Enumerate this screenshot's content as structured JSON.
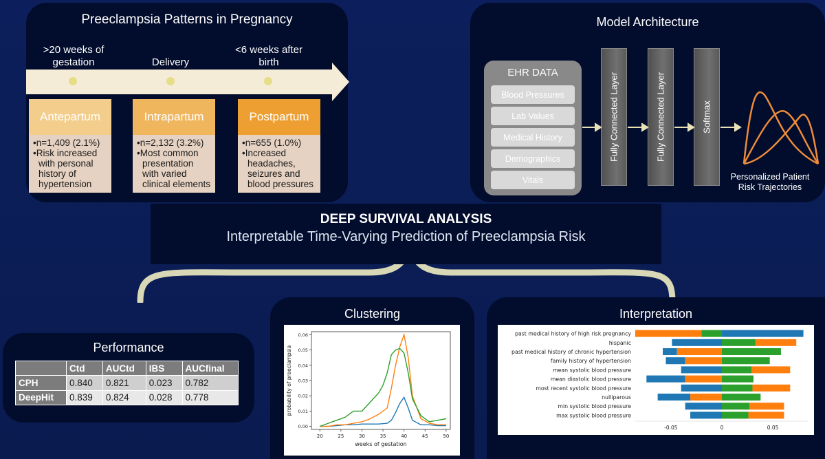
{
  "pregnancy": {
    "title": "Preeclampsia Patterns in Pregnancy",
    "timeline": {
      "label_left": ">20 weeks of gestation",
      "label_left_line1": ">20 weeks of",
      "label_left_line2": "gestation",
      "label_mid": "Delivery",
      "label_right_line1": "<6 weeks after",
      "label_right_line2": "birth"
    },
    "phases": [
      {
        "name": "Antepartum",
        "color": "#f3cd8c",
        "bullets": [
          "n=1,409 (2.1%)",
          "Risk increased with personal history of hypertension"
        ]
      },
      {
        "name": "Intrapartum",
        "color": "#f0b65e",
        "bullets": [
          "n=2,132 (3.2%)",
          "Most common presentation with varied clinical elements"
        ]
      },
      {
        "name": "Postpartum",
        "color": "#eda031",
        "bullets": [
          "n=655 (1.0%)",
          "Increased headaches, seizures and blood pressures"
        ]
      }
    ]
  },
  "model": {
    "title": "Model Architecture",
    "ehr_title": "EHR DATA",
    "ehr_items": [
      "Blood Pressures",
      "Lab Values",
      "Medical History",
      "Demographics",
      "Vitals"
    ],
    "layers": [
      "Fully Connected Layer",
      "Fully Connected Layer",
      "Softmax"
    ],
    "output_label": "Personalized Patient Risk Trajectories",
    "accent_color": "#ee8c3a"
  },
  "header": {
    "title": "DEEP SURVIVAL ANALYSIS",
    "subtitle": "Interpretable Time-Varying Prediction of Preeclampsia Risk"
  },
  "performance": {
    "title": "Performance",
    "columns": [
      "",
      "Ctd",
      "AUCtd",
      "IBS",
      "AUCfinal"
    ],
    "rows": [
      {
        "name": "CPH",
        "values": [
          "0.840",
          "0.821",
          "0.023",
          "0.782"
        ]
      },
      {
        "name": "DeepHit",
        "values": [
          "0.839",
          "0.824",
          "0.028",
          "0.778"
        ]
      }
    ]
  },
  "clustering": {
    "title": "Clustering",
    "chart_data": {
      "type": "line",
      "xlabel": "weeks of gestation",
      "ylabel": "probability of preeclampsia",
      "xlim": [
        18,
        51
      ],
      "ylim": [
        -0.002,
        0.062
      ],
      "xticks": [
        20,
        25,
        30,
        35,
        40,
        45,
        50
      ],
      "yticks": [
        "0.00",
        "0.01",
        "0.02",
        "0.03",
        "0.04",
        "0.05",
        "0.06"
      ],
      "series": [
        {
          "color": "#1f77b4",
          "x": [
            20,
            22,
            24,
            26,
            28,
            30,
            32,
            34,
            36,
            37,
            38,
            39,
            40,
            41,
            42,
            44,
            46,
            48,
            50
          ],
          "y": [
            0,
            0,
            0.0005,
            0.001,
            0.001,
            0.0015,
            0.0015,
            0.0015,
            0.002,
            0.004,
            0.009,
            0.015,
            0.019,
            0.012,
            0.004,
            0.001,
            0.001,
            0.0005,
            0.0005
          ]
        },
        {
          "color": "#ff7f0e",
          "x": [
            20,
            22,
            24,
            26,
            28,
            30,
            32,
            34,
            36,
            37,
            38,
            39,
            40,
            41,
            42,
            44,
            46,
            48,
            50
          ],
          "y": [
            0,
            0,
            0.001,
            0.001,
            0.002,
            0.003,
            0.005,
            0.008,
            0.012,
            0.025,
            0.04,
            0.052,
            0.06,
            0.045,
            0.02,
            0.005,
            0.002,
            0.001,
            0.001
          ]
        },
        {
          "color": "#2ca02c",
          "x": [
            20,
            22,
            24,
            26,
            28,
            30,
            32,
            34,
            35,
            36,
            37,
            38,
            39,
            40,
            41,
            42,
            44,
            46,
            48,
            50
          ],
          "y": [
            0,
            0.002,
            0.004,
            0.006,
            0.01,
            0.01,
            0.016,
            0.022,
            0.027,
            0.035,
            0.047,
            0.05,
            0.051,
            0.048,
            0.035,
            0.018,
            0.007,
            0.003,
            0.004,
            0.005
          ]
        }
      ]
    }
  },
  "interpretation": {
    "title": "Interpretation",
    "chart_data": {
      "type": "bar",
      "orientation": "horizontal-stacked",
      "xlim": [
        -0.085,
        0.085
      ],
      "xticks": [
        "-0.05",
        "0",
        "0.05"
      ],
      "xtick_values": [
        -0.05,
        0,
        0.05
      ],
      "colors": {
        "blue": "#1f77b4",
        "orange": "#ff7f0e",
        "green": "#2ca02c"
      },
      "features": [
        {
          "label": "past medical history of high risk pregnancy",
          "segments": [
            [
              "orange",
              -0.085,
              -0.02
            ],
            [
              "green",
              -0.02,
              0
            ],
            [
              "blue",
              0,
              0.08
            ]
          ]
        },
        {
          "label": "hispanic",
          "segments": [
            [
              "blue",
              -0.049,
              0
            ],
            [
              "green",
              0,
              0.033
            ],
            [
              "orange",
              0.033,
              0.073
            ]
          ]
        },
        {
          "label": "past medical history of chronic hypertension",
          "segments": [
            [
              "blue",
              -0.058,
              -0.044
            ],
            [
              "orange",
              -0.044,
              0
            ],
            [
              "green",
              0,
              0.058
            ]
          ]
        },
        {
          "label": "family history of hypertension",
          "segments": [
            [
              "blue",
              -0.055,
              -0.036
            ],
            [
              "orange",
              -0.036,
              0
            ],
            [
              "green",
              0,
              0.047
            ]
          ]
        },
        {
          "label": "mean systolic blood pressure",
          "segments": [
            [
              "blue",
              -0.04,
              0
            ],
            [
              "green",
              0,
              0.029
            ],
            [
              "orange",
              0.029,
              0.067
            ]
          ]
        },
        {
          "label": "mean diastolic blood pressure",
          "segments": [
            [
              "blue",
              -0.074,
              -0.036
            ],
            [
              "orange",
              -0.036,
              0
            ],
            [
              "green",
              0,
              0.031
            ]
          ]
        },
        {
          "label": "most recent systolic blood pressure",
          "segments": [
            [
              "blue",
              -0.04,
              0
            ],
            [
              "green",
              0,
              0.03
            ],
            [
              "orange",
              0.03,
              0.067
            ]
          ]
        },
        {
          "label": "nulliparous",
          "segments": [
            [
              "blue",
              -0.063,
              -0.031
            ],
            [
              "orange",
              -0.031,
              0
            ],
            [
              "green",
              0,
              0.038
            ]
          ]
        },
        {
          "label": "min systolic blood pressure",
          "segments": [
            [
              "blue",
              -0.036,
              0
            ],
            [
              "green",
              0,
              0.027
            ],
            [
              "orange",
              0.027,
              0.061
            ]
          ]
        },
        {
          "label": "max systolic blood pressure",
          "segments": [
            [
              "blue",
              -0.031,
              0
            ],
            [
              "green",
              0,
              0.026
            ],
            [
              "orange",
              0.026,
              0.061
            ]
          ]
        }
      ]
    }
  }
}
